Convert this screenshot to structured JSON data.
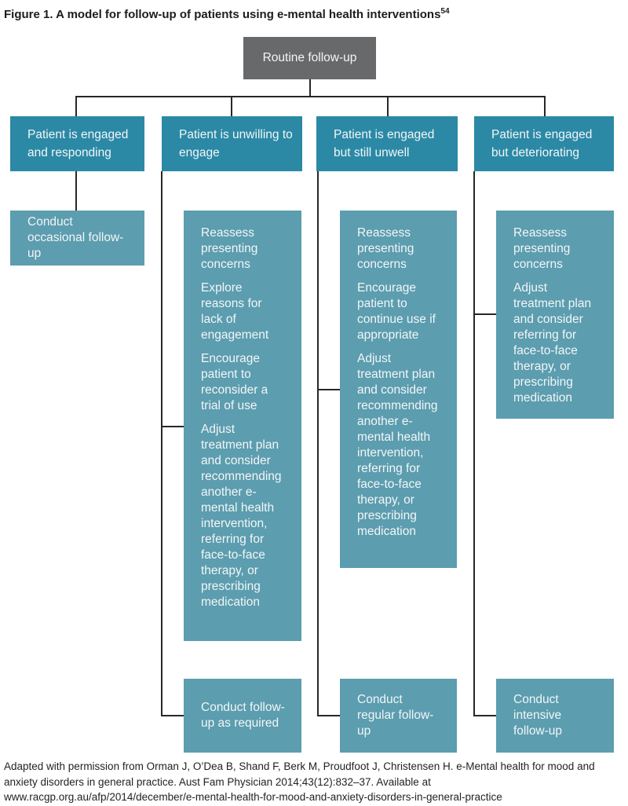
{
  "title": {
    "text": "Figure 1. A model for follow-up of patients using e-mental health interventions",
    "superscript": "54"
  },
  "root_node": {
    "label": "Routine follow-up"
  },
  "columns": [
    {
      "header": "Patient is engaged and responding",
      "actions": [
        "Conduct occasional follow-up"
      ]
    },
    {
      "header": "Patient is unwilling to engage",
      "actions": [
        "Reassess presenting concerns",
        "Explore reasons for lack of engagement",
        "Encourage patient to reconsider a trial of use",
        "Adjust treatment plan and consider recommending another e-mental health intervention, referring for face-to-face therapy, or prescribing medication"
      ],
      "outcome": "Conduct follow-up as required"
    },
    {
      "header": "Patient is engaged but still unwell",
      "actions": [
        "Reassess presenting concerns",
        "Encourage patient to continue use if appropriate",
        "Adjust treatment plan and consider recommending another e-mental health intervention, referring for face-to-face therapy, or prescribing medication"
      ],
      "outcome": "Conduct regular follow-up"
    },
    {
      "header": "Patient is engaged but deteriorating",
      "actions": [
        "Reassess presenting concerns",
        "Adjust treatment plan and consider referring for face-to-face therapy, or prescribing medication"
      ],
      "outcome": "Conduct intensive follow-up"
    }
  ],
  "footer": {
    "text": "Adapted with permission from Orman J, O’Dea B, Shand F, Berk M, Proudfoot J, Christensen H. e-Mental health for mood and anxiety disorders in general practice. Aust Fam Physician 2014;43(12):832–37. Available at www.racgp.org.au/afp/2014/december/e-mental-health-for-mood-and-anxiety-disorders-in-general-practice"
  },
  "colors": {
    "header_teal": "#2b89a5",
    "action_teal": "#5c9daf",
    "root_gray": "#68696b",
    "connector": "#2a2627"
  }
}
